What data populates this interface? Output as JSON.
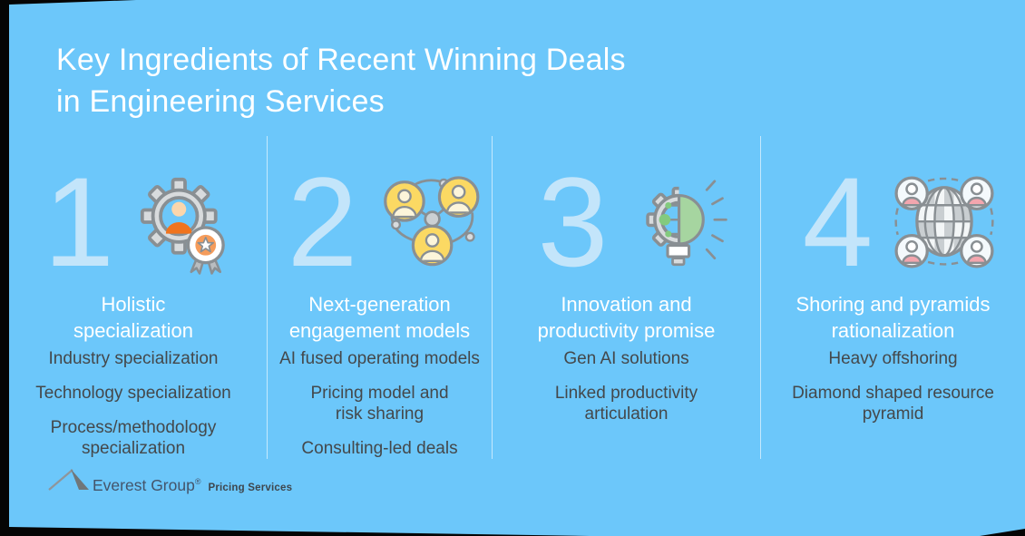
{
  "title": "Key Ingredients of Recent Winning Deals\nin Engineering Services",
  "columns": [
    {
      "number": "1",
      "icon": "gear-person-award-icon",
      "heading": "Holistic\nspecialization",
      "items": [
        "Industry specialization",
        "Technology specialization",
        "Process/methodology\nspecialization"
      ]
    },
    {
      "number": "2",
      "icon": "people-network-icon",
      "heading": "Next-generation\nengagement models",
      "items": [
        "AI fused operating models",
        "Pricing model and\nrisk sharing",
        "Consulting-led deals"
      ]
    },
    {
      "number": "3",
      "icon": "gear-lightbulb-icon",
      "heading": "Innovation and\nproductivity promise",
      "items": [
        "Gen AI solutions",
        "Linked productivity\narticulation"
      ]
    },
    {
      "number": "4",
      "icon": "globe-people-icon",
      "heading": "Shoring and pyramids\nrationalization",
      "items": [
        "Heavy offshoring",
        "Diamond shaped resource\npyramid"
      ]
    }
  ],
  "footer": {
    "brand": "Everest Group",
    "registered_mark": "®",
    "division": "Pricing Services"
  },
  "colors": {
    "background": "#6CC7FA",
    "title_text": "#FFFFFF",
    "heading_text": "#FFFFFF",
    "body_text": "#44484B",
    "number_text": "#C3E5FA",
    "divider": "#FFFFFF",
    "icon_outline": "#898F93",
    "icon_gray_fill": "#D8DBDD",
    "icon_orange": "#F0741E",
    "icon_peach": "#FBD6AC",
    "icon_badge_orange": "#F59C5B",
    "icon_yellow": "#FBD963",
    "icon_cream": "#FCF5DA",
    "icon_green": "#A6D5A0",
    "icon_green_dot": "#83CA7E",
    "icon_pink": "#F3A6AE",
    "logo_text": "#44546A"
  }
}
